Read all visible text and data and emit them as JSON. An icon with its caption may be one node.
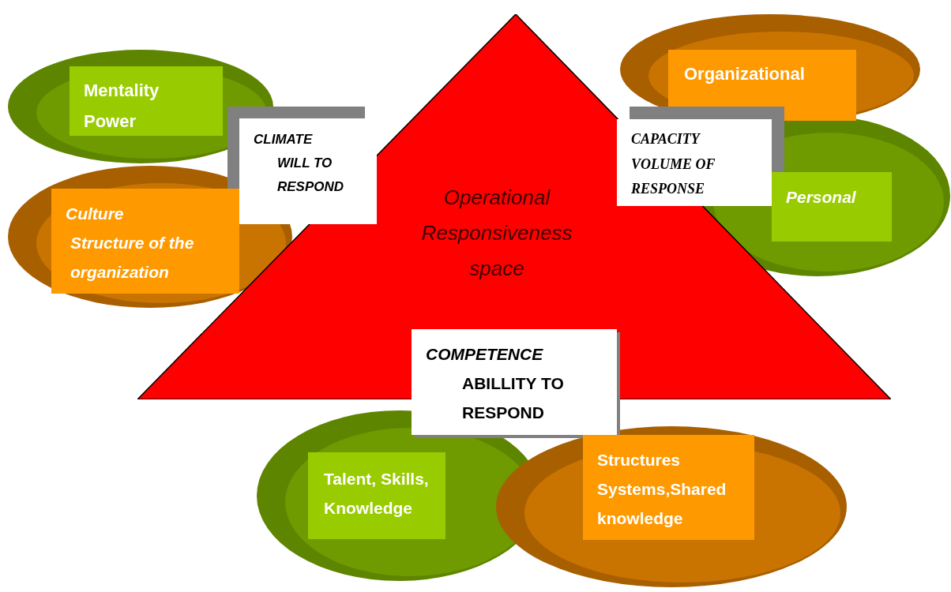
{
  "diagram": {
    "nodes": [
      {
        "text": [
          "Operational Responsiveness space"
        ]
      },
      {
        "text": [
          "Mentality",
          "Power"
        ]
      },
      {
        "text": [
          "CLIMATE",
          "WILL TO RESPOND"
        ]
      },
      {
        "text": [
          "Culture",
          "Structure of the organization"
        ]
      },
      {
        "text": [
          "Organizational"
        ]
      },
      {
        "text": [
          "CAPACITY",
          "VOLUME OF RESPONSE"
        ]
      },
      {
        "text": [
          "Personal"
        ]
      },
      {
        "text": [
          "COMPETENCE",
          "ABILLITY TO RESPOND"
        ]
      },
      {
        "text": [
          "Talent, Skills, Knowledge"
        ]
      },
      {
        "text": [
          "Structures",
          "Systems,Shared knowledge"
        ]
      }
    ]
  }
}
